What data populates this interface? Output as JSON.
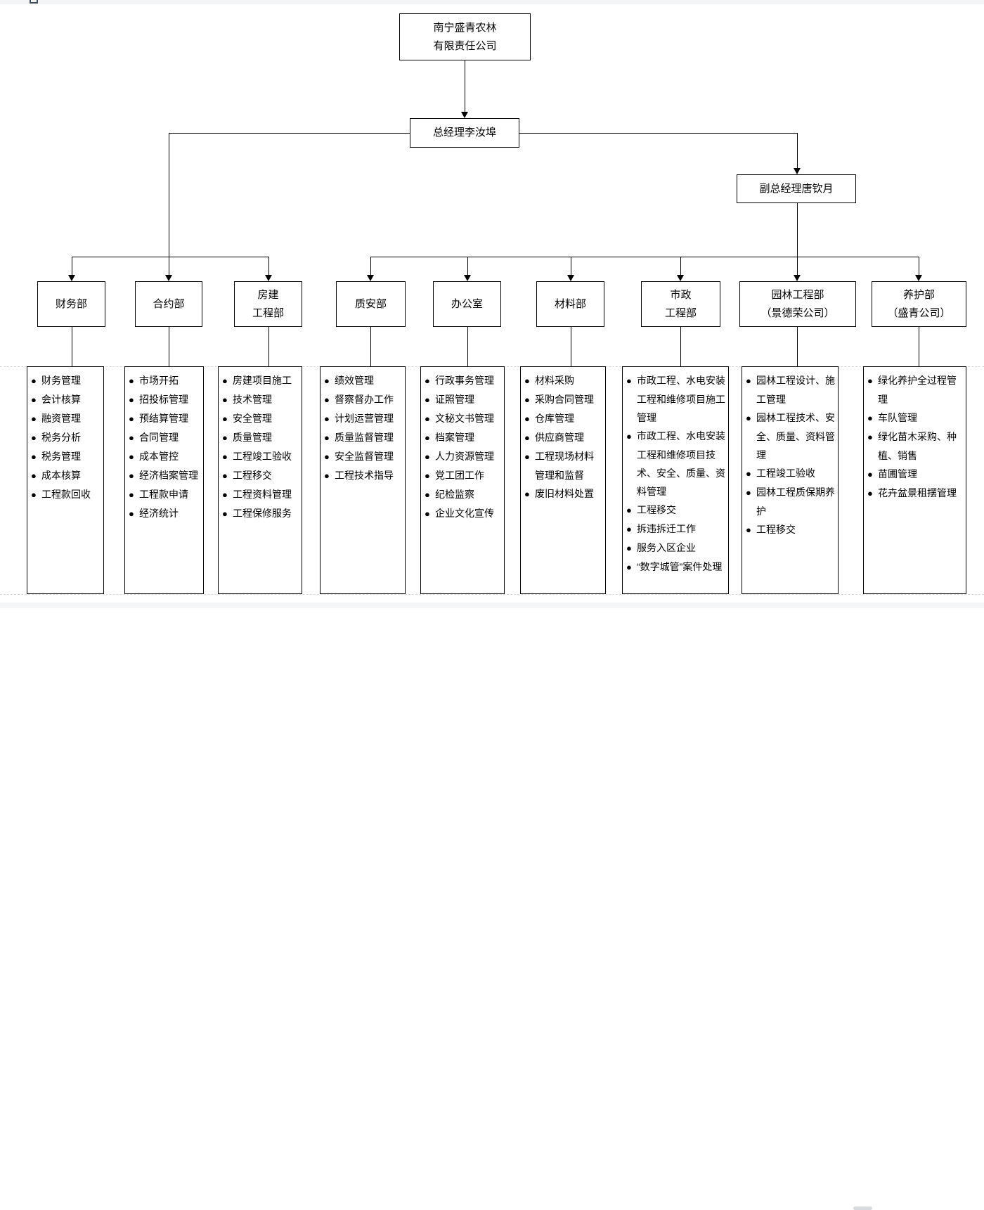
{
  "chrome": {
    "top_toolbar_icon": "square-outline-icon",
    "scrollbar_thumb": "horizontal-scrollbar-thumb"
  },
  "org": {
    "root": {
      "lines": [
        "南宁盛青农林",
        "有限责任公司"
      ]
    },
    "general_manager": {
      "label": "总经理李汝埠"
    },
    "deputy_general_manager": {
      "label": "副总经理唐钦月"
    },
    "departments": [
      {
        "name": "财务部",
        "lines": [
          "财务部"
        ],
        "duties": [
          "财务管理",
          "会计核算",
          "融资管理",
          "税务分析",
          "税务管理",
          "成本核算",
          "工程款回收"
        ]
      },
      {
        "name": "合约部",
        "lines": [
          "合约部"
        ],
        "duties": [
          "市场开拓",
          "招投标管理",
          "预结算管理",
          "合同管理",
          "成本管控",
          "经济档案管理",
          "工程款申请",
          "经济统计"
        ]
      },
      {
        "name": "房建工程部",
        "lines": [
          "房建",
          "工程部"
        ],
        "duties": [
          "房建项目施工",
          "技术管理",
          "安全管理",
          "质量管理",
          "工程竣工验收",
          "工程移交",
          "工程资料管理",
          "工程保修服务"
        ]
      },
      {
        "name": "质安部",
        "lines": [
          "质安部"
        ],
        "duties": [
          "绩效管理",
          "督察督办工作",
          "计划运营管理",
          "质量监督管理",
          "安全监督管理",
          "工程技术指导"
        ]
      },
      {
        "name": "办公室",
        "lines": [
          "办公室"
        ],
        "duties": [
          "行政事务管理",
          "证照管理",
          "文秘文书管理",
          "档案管理",
          "人力资源管理",
          "党工团工作",
          "纪检监察",
          "企业文化宣传"
        ]
      },
      {
        "name": "材料部",
        "lines": [
          "材料部"
        ],
        "duties": [
          "材料采购",
          "采购合同管理",
          "仓库管理",
          "供应商管理",
          "工程现场材料管理和监督",
          "废旧材料处置"
        ]
      },
      {
        "name": "市政工程部",
        "lines": [
          "市政",
          "工程部"
        ],
        "duties": [
          "市政工程、水电安装工程和维修项目施工管理",
          "市政工程、水电安装工程和维修项目技术、安全、质量、资料管理",
          "工程移交",
          "拆违拆迁工作",
          "服务入区企业",
          "“数字城管”案件处理"
        ]
      },
      {
        "name": "园林工程部（景德荣公司）",
        "lines": [
          "园林工程部",
          "（景德荣公司）"
        ],
        "duties": [
          "园林工程设计、施工管理",
          "园林工程技术、安全、质量、资料管理",
          "工程竣工验收",
          "园林工程质保期养护",
          "工程移交"
        ]
      },
      {
        "name": "养护部（盛青公司）",
        "lines": [
          "养护部",
          "（盛青公司）"
        ],
        "duties": [
          "绿化养护全过程管理",
          "车队管理",
          "绿化苗木采购、种植、销售",
          "苗圃管理",
          "花卉盆景租摆管理"
        ]
      }
    ]
  }
}
